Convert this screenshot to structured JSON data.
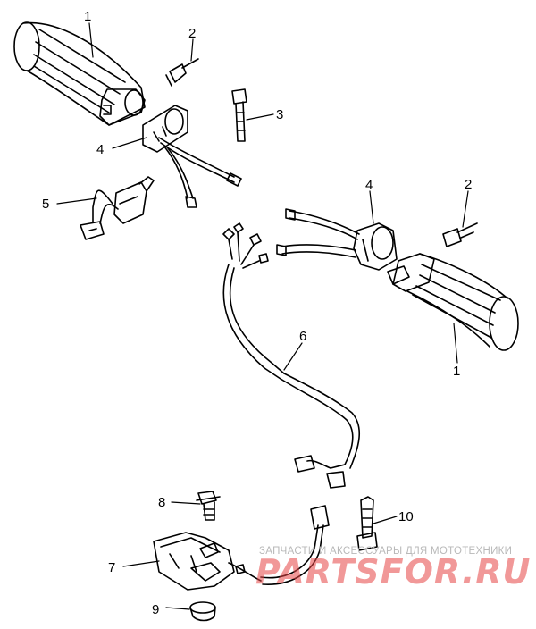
{
  "labels": {
    "part_1_left": "1",
    "part_1_right": "1",
    "part_2_left": "2",
    "part_2_right": "2",
    "part_3": "3",
    "part_4_left": "4",
    "part_4_right": "4",
    "part_5": "5",
    "part_6": "6",
    "part_7": "7",
    "part_8": "8",
    "part_9": "9",
    "part_10": "10"
  },
  "watermark": {
    "subtitle": "ЗАПЧАСТИ И АКСЕССУАРЫ ДЛЯ МОТОТЕХНИКИ",
    "brand": "PARTSFOR.RU"
  },
  "colors": {
    "line": "#000000",
    "watermark_text": "#b9b9b9",
    "watermark_brand": "#e64545"
  }
}
